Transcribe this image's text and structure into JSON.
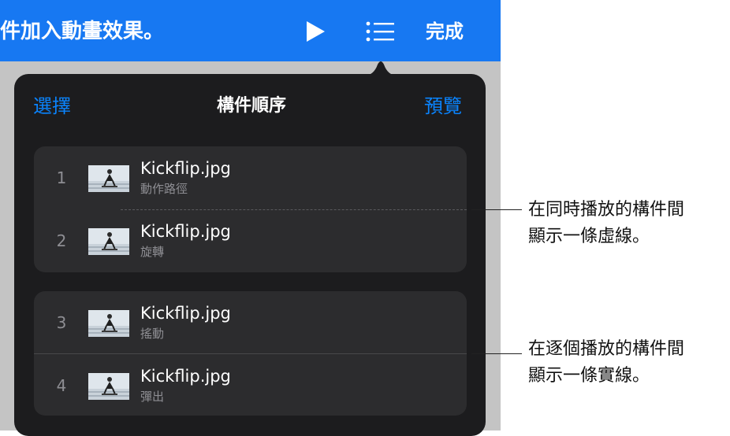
{
  "toolbar": {
    "title": "件加入動畫效果。",
    "play_icon": "play-icon",
    "list_icon": "list-icon",
    "done_label": "完成",
    "accent": "#1778f2"
  },
  "popover": {
    "select_label": "選擇",
    "title": "構件順序",
    "preview_label": "預覽",
    "link_color": "#0a84ff",
    "groups": [
      {
        "items": [
          {
            "number": "1",
            "name": "Kickflip.jpg",
            "effect": "動作路徑"
          },
          {
            "number": "2",
            "name": "Kickflip.jpg",
            "effect": "旋轉"
          }
        ],
        "separator": "dashed"
      },
      {
        "items": [
          {
            "number": "3",
            "name": "Kickflip.jpg",
            "effect": "搖動"
          },
          {
            "number": "4",
            "name": "Kickflip.jpg",
            "effect": "彈出"
          }
        ],
        "separator": "solid"
      }
    ]
  },
  "callouts": [
    {
      "line1": "在同時播放的構件間",
      "line2": "顯示一條虛線。"
    },
    {
      "line1": "在逐個播放的構件間",
      "line2": "顯示一條實線。"
    }
  ]
}
